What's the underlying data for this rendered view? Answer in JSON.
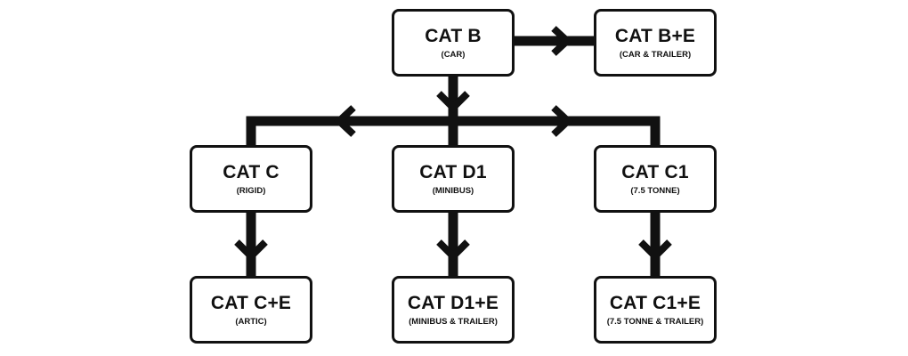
{
  "nodes": {
    "cat_b": {
      "title": "CAT B",
      "sub": "(CAR)"
    },
    "cat_be": {
      "title": "CAT B+E",
      "sub": "(CAR & TRAILER)"
    },
    "cat_c": {
      "title": "CAT C",
      "sub": "(RIGID)"
    },
    "cat_d1": {
      "title": "CAT D1",
      "sub": "(MINIBUS)"
    },
    "cat_c1": {
      "title": "CAT C1",
      "sub": "(7.5 TONNE)"
    },
    "cat_ce": {
      "title": "CAT C+E",
      "sub": "(ARTIC)"
    },
    "cat_d1e": {
      "title": "CAT D1+E",
      "sub": "(MINIBUS & TRAILER)"
    },
    "cat_c1e": {
      "title": "CAT C1+E",
      "sub": "(7.5 TONNE & TRAILER)"
    }
  },
  "edges": [
    {
      "from": "CAT B",
      "to": "CAT B+E"
    },
    {
      "from": "CAT B",
      "to": "CAT C"
    },
    {
      "from": "CAT B",
      "to": "CAT D1"
    },
    {
      "from": "CAT B",
      "to": "CAT C1"
    },
    {
      "from": "CAT C",
      "to": "CAT C+E"
    },
    {
      "from": "CAT D1",
      "to": "CAT D1+E"
    },
    {
      "from": "CAT C1",
      "to": "CAT C1+E"
    }
  ],
  "colors": {
    "line": "#111111",
    "box_border": "#111111",
    "background": "#ffffff"
  }
}
